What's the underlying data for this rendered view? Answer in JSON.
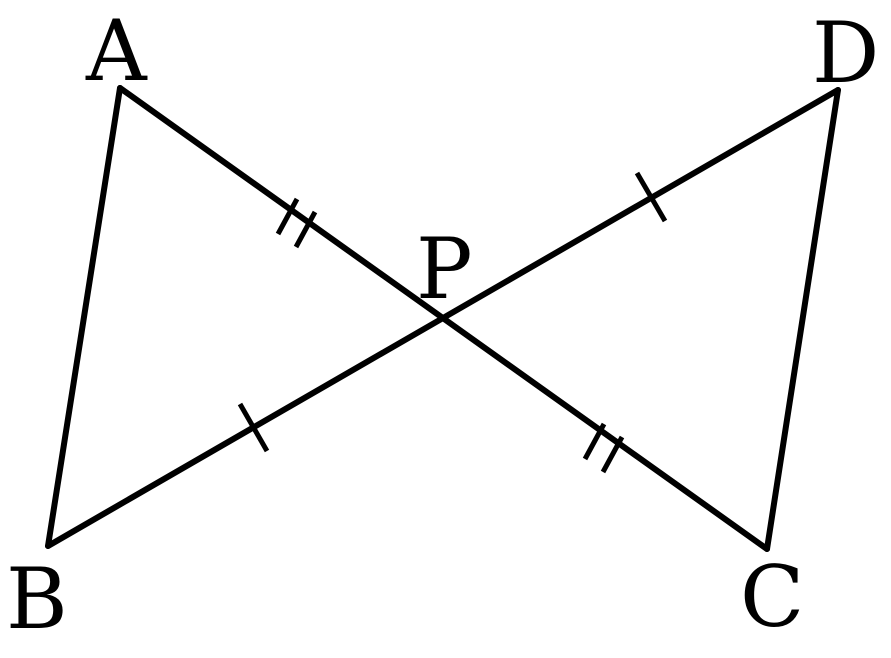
{
  "diagram": {
    "labels": {
      "A": "A",
      "B": "B",
      "C": "C",
      "D": "D",
      "P": "P"
    },
    "line_color": "#000000",
    "marks": {
      "AP": "double-tick",
      "PC": "double-tick",
      "BP": "single-tick",
      "PD": "single-tick"
    }
  }
}
